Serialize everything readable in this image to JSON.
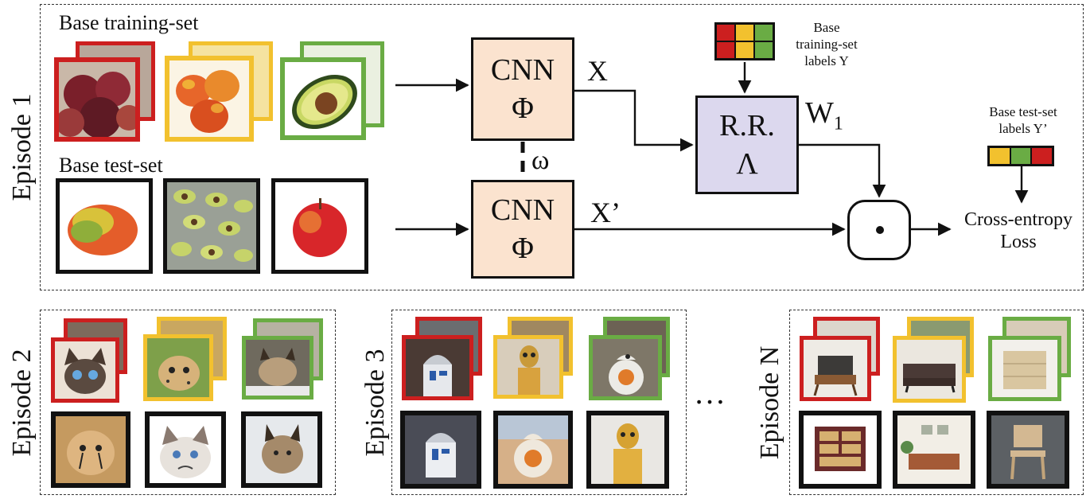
{
  "episode1": {
    "label": "Episode 1",
    "train_title": "Base training-set",
    "test_title": "Base test-set",
    "cnn_top": {
      "line1": "CNN",
      "line2": "Φ"
    },
    "cnn_bottom": {
      "line1": "CNN",
      "line2": "Φ"
    },
    "rr": {
      "line1": "R.R.",
      "line2": "Λ"
    },
    "x_label": "X",
    "xprime_label": "X’",
    "omega_label": "ω",
    "w_label": "W",
    "w_sub": "1",
    "train_labels_caption": [
      "Base",
      "training-set",
      "labels Y"
    ],
    "test_labels_caption": [
      "Base test-set",
      "labels Y’"
    ],
    "loss_caption": [
      "Cross-entropy",
      "Loss"
    ],
    "dot_symbol": "•"
  },
  "episodes": [
    {
      "label": "Episode 2",
      "theme": "cats: siamese, cheetah cub, lynx"
    },
    {
      "label": "Episode 3",
      "theme": "droids: R2-D2, C-3PO, BB-8"
    },
    {
      "label": "Episode N",
      "theme": "furniture: armchair, sofa, dresser"
    }
  ],
  "ellipsis": "…",
  "colors": {
    "red": "#cc1f1f",
    "yellow": "#f2c12e",
    "green": "#6aac44",
    "cnn_fill": "#fbe3cf",
    "rr_fill": "#dcd8ee",
    "frame": "#111111"
  }
}
